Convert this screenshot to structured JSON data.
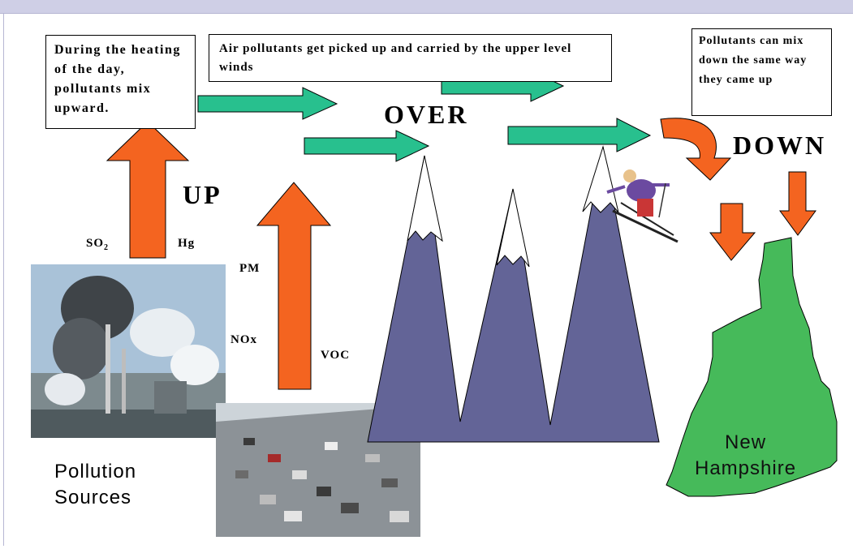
{
  "boxes": {
    "heating": "During the heating of the day, pollutants mix upward.",
    "carried": "Air pollutants get picked up and carried by the upper level winds",
    "mixdown": "Pollutants can mix down the same way they came up"
  },
  "stages": {
    "up": "UP",
    "over": "OVER",
    "down": "DOWN"
  },
  "pollutants": {
    "so2": "SO",
    "so2_sub": "2",
    "hg": "Hg",
    "pm": "PM",
    "nox": "NOx",
    "voc": "VOC"
  },
  "sources_label": "Pollution\nSources",
  "state_label": "New\nHampshire",
  "colors": {
    "orange_arrow": "#f46420",
    "green_arrow": "#28c08e",
    "mountain": "#636497",
    "state": "#46ba5a",
    "frame": "#cfcfe6"
  }
}
